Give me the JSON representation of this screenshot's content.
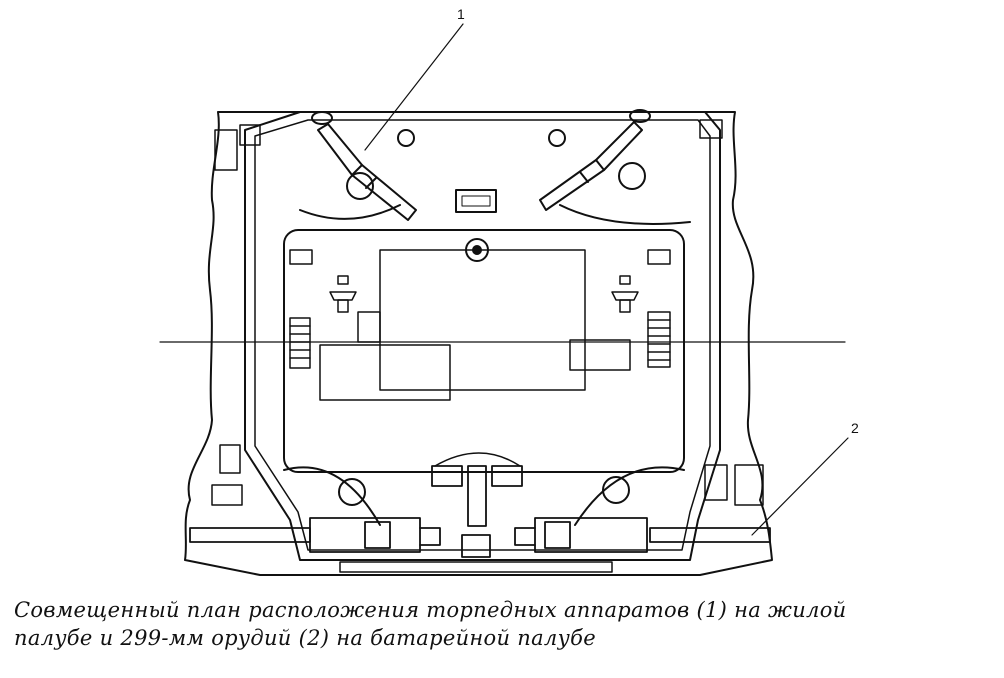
{
  "labels": {
    "torpedo": "1",
    "gun": "2"
  },
  "caption": {
    "line1": "Совмещенный план расположения торпедных аппаратов (1) на жилой",
    "line2": "палубе и 299-мм орудий (2) на батарейной палубе"
  }
}
